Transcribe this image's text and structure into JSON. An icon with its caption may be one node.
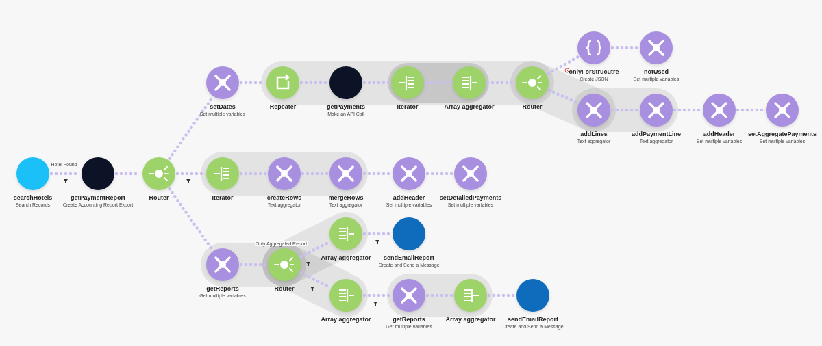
{
  "diagram": {
    "nodes": [
      {
        "text": [
          "searchHotels",
          "Search Records"
        ]
      },
      {
        "text": [
          "getPaymentReport",
          "Create Accounting Report Export"
        ]
      },
      {
        "text": [
          "Router"
        ]
      },
      {
        "text": [
          "setDates",
          "Set multiple variables"
        ]
      },
      {
        "text": [
          "Repeater"
        ]
      },
      {
        "text": [
          "getPayments",
          "Make an API Call"
        ]
      },
      {
        "text": [
          "Iterator"
        ]
      },
      {
        "text": [
          "Array aggregator"
        ]
      },
      {
        "text": [
          "Router"
        ]
      },
      {
        "text": [
          "onlyForStrucutre",
          "Create JSON"
        ]
      },
      {
        "text": [
          "notUsed",
          "Set multiple variables"
        ]
      },
      {
        "text": [
          "addLines",
          "Text aggregator"
        ]
      },
      {
        "text": [
          "addPaymentLine",
          "Text aggregator"
        ]
      },
      {
        "text": [
          "addHeader",
          "Set multiple variables"
        ]
      },
      {
        "text": [
          "setAggregatePayments",
          "Set multiple variables"
        ]
      },
      {
        "text": [
          "Iterator"
        ]
      },
      {
        "text": [
          "createRows",
          "Text aggregator"
        ]
      },
      {
        "text": [
          "mergeRows",
          "Text aggregator"
        ]
      },
      {
        "text": [
          "addHeader",
          "Set multiple variables"
        ]
      },
      {
        "text": [
          "setDetailedPayments",
          "Set multiple variables"
        ]
      },
      {
        "text": [
          "getReports",
          "Get multiple variables"
        ]
      },
      {
        "text": [
          "Router"
        ]
      },
      {
        "text": [
          "Array aggregator"
        ]
      },
      {
        "text": [
          "sendEmailReport",
          "Create and Send a Message"
        ]
      },
      {
        "text": [
          "Array aggregator"
        ]
      },
      {
        "text": [
          "getReports",
          "Get multiple variables"
        ]
      },
      {
        "text": [
          "Array aggregator"
        ]
      },
      {
        "text": [
          "sendEmailReport",
          "Create and Send a Message"
        ]
      }
    ],
    "edges": [
      {
        "from": 0,
        "to": 1,
        "arrow": "none",
        "label": "Hotel Found"
      },
      {
        "from": 1,
        "to": 2,
        "arrow": "none"
      },
      {
        "from": 2,
        "to": 3,
        "arrow": "none"
      },
      {
        "from": 2,
        "to": 15,
        "arrow": "none"
      },
      {
        "from": 2,
        "to": 20,
        "arrow": "none"
      },
      {
        "from": 3,
        "to": 4,
        "arrow": "none"
      },
      {
        "from": 4,
        "to": 5,
        "arrow": "none"
      },
      {
        "from": 5,
        "to": 6,
        "arrow": "none"
      },
      {
        "from": 6,
        "to": 7,
        "arrow": "none"
      },
      {
        "from": 7,
        "to": 8,
        "arrow": "none"
      },
      {
        "from": 8,
        "to": 9,
        "arrow": "none"
      },
      {
        "from": 8,
        "to": 11,
        "arrow": "none"
      },
      {
        "from": 9,
        "to": 10,
        "arrow": "none"
      },
      {
        "from": 11,
        "to": 12,
        "arrow": "none"
      },
      {
        "from": 12,
        "to": 13,
        "arrow": "none"
      },
      {
        "from": 13,
        "to": 14,
        "arrow": "none"
      },
      {
        "from": 15,
        "to": 16,
        "arrow": "none"
      },
      {
        "from": 16,
        "to": 17,
        "arrow": "none"
      },
      {
        "from": 17,
        "to": 18,
        "arrow": "none"
      },
      {
        "from": 18,
        "to": 19,
        "arrow": "none"
      },
      {
        "from": 20,
        "to": 21,
        "arrow": "none"
      },
      {
        "from": 21,
        "to": 22,
        "arrow": "none",
        "label": "Only Aggregated Report"
      },
      {
        "from": 21,
        "to": 24,
        "arrow": "none"
      },
      {
        "from": 22,
        "to": 23,
        "arrow": "none"
      },
      {
        "from": 24,
        "to": 25,
        "arrow": "none"
      },
      {
        "from": 25,
        "to": 26,
        "arrow": "none"
      },
      {
        "from": 26,
        "to": 27,
        "arrow": "none"
      }
    ]
  }
}
